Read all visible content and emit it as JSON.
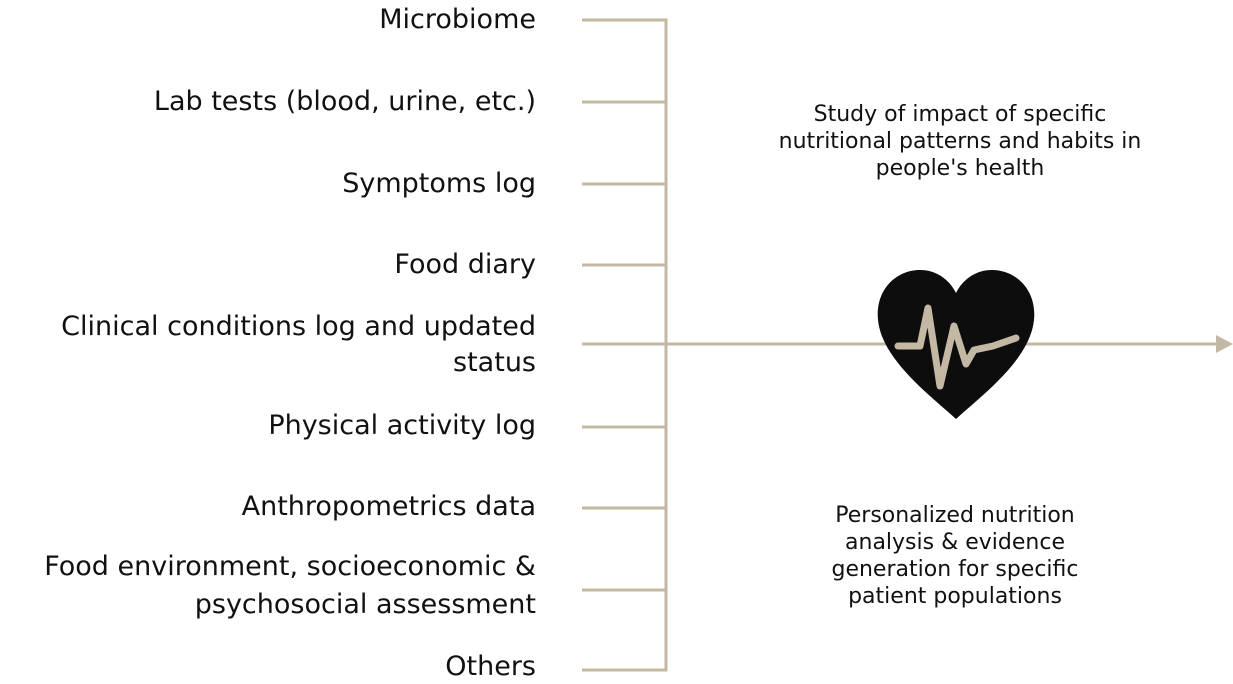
{
  "inputs": [
    {
      "label": "Microbiome"
    },
    {
      "label": "Lab tests (blood, urine, etc.)"
    },
    {
      "label": "Symptoms log"
    },
    {
      "label": "Food diary"
    },
    {
      "label": "Clinical conditions log and updated",
      "label_line2": "status"
    },
    {
      "label": "Physical activity log"
    },
    {
      "label": "Anthropometrics data"
    },
    {
      "label": "Food environment, socioeconomic &",
      "label_line2": "psychosocial assessment"
    },
    {
      "label": "Others"
    }
  ],
  "outcomes": {
    "top": {
      "line1": "Study of impact of specific",
      "line2": "nutritional patterns and habits in",
      "line3": "people's health"
    },
    "bottom": {
      "line1": "Personalized nutrition",
      "line2": "analysis & evidence",
      "line3": "generation for specific",
      "line4": "patient populations"
    }
  },
  "center_icon": "heart-pulse-icon",
  "colors": {
    "connector": "#c2b8a3",
    "heart_fill": "#0d0d0d",
    "pulse_line": "#c2b8a3",
    "text": "#111111"
  }
}
